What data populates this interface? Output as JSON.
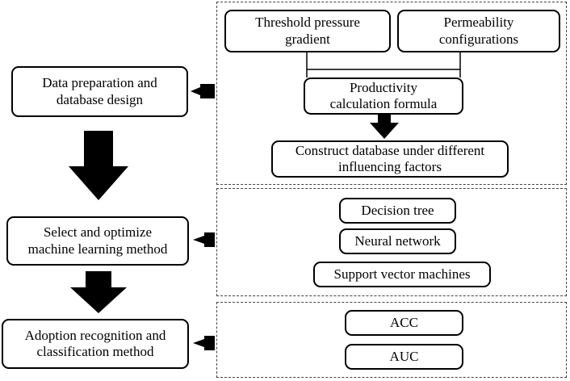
{
  "left_steps": [
    {
      "line1": "Data preparation and",
      "line2": "database design"
    },
    {
      "line1": "Select and optimize",
      "line2": "machine learning method"
    },
    {
      "line1": "Adoption recognition and",
      "line2": "classification method"
    }
  ],
  "panel1": {
    "threshold": {
      "line1": "Threshold pressure",
      "line2": "gradient"
    },
    "permeability": {
      "line1": "Permeability",
      "line2": "configurations"
    },
    "productivity": {
      "line1": "Productivity",
      "line2": "calculation formula"
    },
    "construct": {
      "line1": "Construct database under different",
      "line2": "influencing factors"
    }
  },
  "panel2": {
    "methods": [
      "Decision tree",
      "Neural network",
      "Support vector machines"
    ]
  },
  "panel3": {
    "metrics": [
      "ACC",
      "AUC"
    ]
  }
}
